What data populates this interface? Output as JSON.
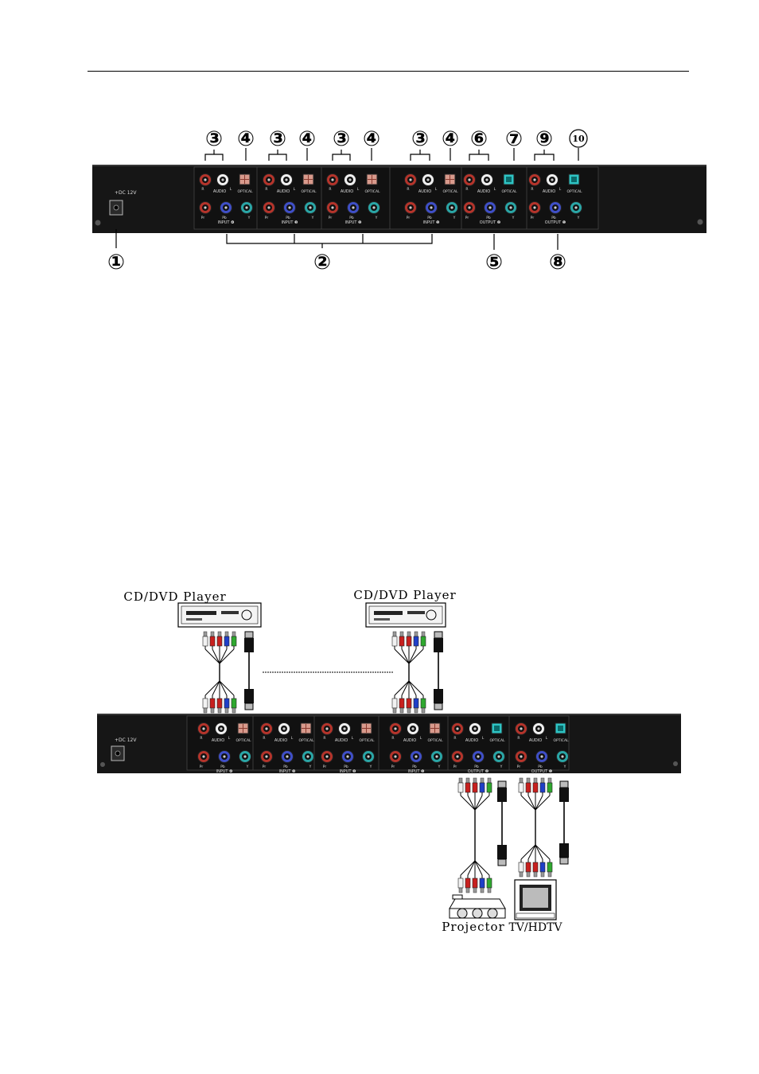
{
  "page": {
    "has_header_rule": true
  },
  "figure1": {
    "power_label": "+DC 12V",
    "callouts": {
      "c1": "①",
      "c2": "②",
      "c5": "⑤",
      "c8": "⑧",
      "top": [
        "③",
        "④",
        "③",
        "④",
        "③",
        "④",
        "③",
        "④",
        "⑥",
        "⑦",
        "⑨",
        "10"
      ]
    },
    "panel_groups": [
      {
        "audio": "AUDIO",
        "optical": "OPTICAL",
        "r": "R",
        "l": "L",
        "pr": "Pr",
        "pb": "Pb",
        "y": "Y",
        "name": "INPUT ❹"
      },
      {
        "audio": "AUDIO",
        "optical": "OPTICAL",
        "r": "R",
        "l": "L",
        "pr": "Pr",
        "pb": "Pb",
        "y": "Y",
        "name": "INPUT ❸"
      },
      {
        "audio": "AUDIO",
        "optical": "OPTICAL",
        "r": "R",
        "l": "L",
        "pr": "Pr",
        "pb": "Pb",
        "y": "Y",
        "name": "INPUT ❷"
      },
      {
        "audio": "AUDIO",
        "optical": "OPTICAL",
        "r": "R",
        "l": "L",
        "pr": "Pr",
        "pb": "Pb",
        "y": "Y",
        "name": "INPUT ❶"
      },
      {
        "audio": "AUDIO",
        "optical": "OPTICAL",
        "r": "R",
        "l": "L",
        "pr": "Pr",
        "pb": "Pb",
        "y": "Y",
        "name": "OUTPUT ❷"
      },
      {
        "audio": "AUDIO",
        "optical": "OPTICAL",
        "r": "R",
        "l": "L",
        "pr": "Pr",
        "pb": "Pb",
        "y": "Y",
        "name": "OUTPUT ❶"
      }
    ]
  },
  "figure2": {
    "power_label": "+DC 12V",
    "source1": "CD/DVD Player",
    "source2": "CD/DVD Player",
    "dest1": "Projector",
    "dest2": "TV/HDTV",
    "colors": {
      "red": "#c8201e",
      "blue": "#1f3fc8",
      "green": "#2fa82f",
      "white": "#f2f2f2",
      "panel": "#1b1b1b"
    }
  }
}
